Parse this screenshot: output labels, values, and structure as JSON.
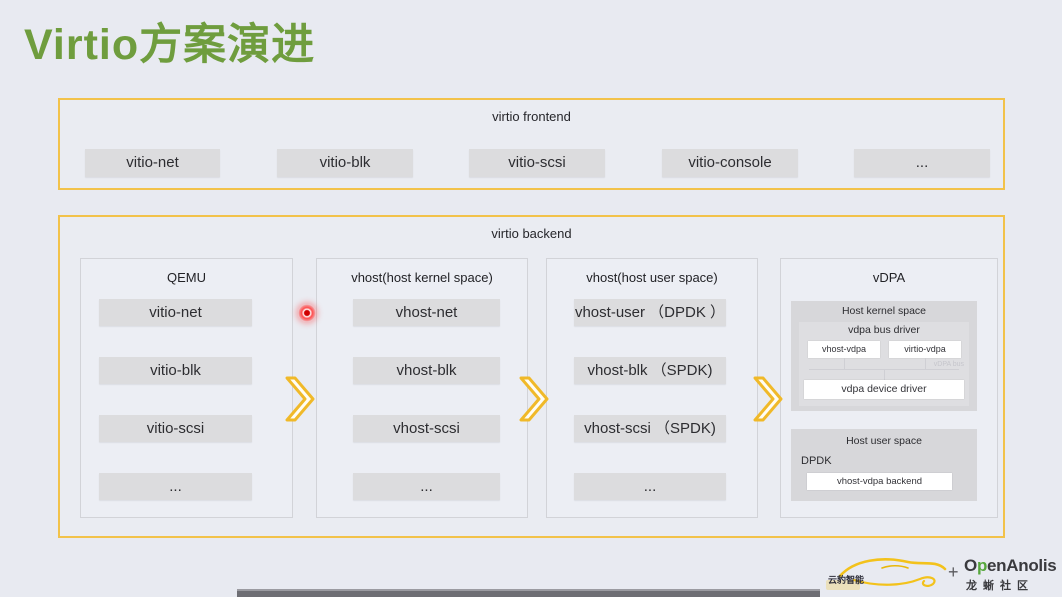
{
  "page": {
    "title": "Virtio方案演进"
  },
  "frontend": {
    "label": "virtio frontend",
    "items": [
      "vitio-net",
      "vitio-blk",
      "vitio-scsi",
      "vitio-console",
      "..."
    ]
  },
  "backend": {
    "label": "virtio backend",
    "columns": [
      {
        "title": "QEMU",
        "items": [
          "vitio-net",
          "vitio-blk",
          "vitio-scsi",
          "..."
        ]
      },
      {
        "title": "vhost(host kernel space)",
        "items": [
          "vhost-net",
          "vhost-blk",
          "vhost-scsi",
          "..."
        ]
      },
      {
        "title": "vhost(host user space)",
        "items": [
          "vhost-user （DPDK ）",
          "vhost-blk （SPDK)",
          "vhost-scsi （SPDK)",
          "..."
        ]
      },
      {
        "title": "vDPA"
      }
    ]
  },
  "vdpa": {
    "kernel_title": "Host kernel space",
    "bus_driver": "vdpa bus driver",
    "vhost_vdpa": "vhost-vdpa",
    "virtio_vdpa": "virtio-vdpa",
    "bus_label": "vDPA bus",
    "device_driver": "vdpa device driver",
    "user_title": "Host user space",
    "dpdk": "DPDK",
    "backend_chip": "vhost-vdpa backend"
  },
  "footer": {
    "jaguar_label": "云豹智能",
    "plus": "+",
    "openanolis_prefix": "O",
    "openanolis_accent": "p",
    "openanolis_suffix": "enAnolis",
    "openanolis_subtitle": "龙蜥社区"
  },
  "colors": {
    "background": "#e8eaf1",
    "title_green": "#6f9d3e",
    "frame_yellow": "#f2c24a",
    "item_gray": "#dcdcde",
    "openanolis_green": "#56a73c",
    "record_dot_red": "#cf0000",
    "progress_bar_gray": "#6e6e74"
  }
}
